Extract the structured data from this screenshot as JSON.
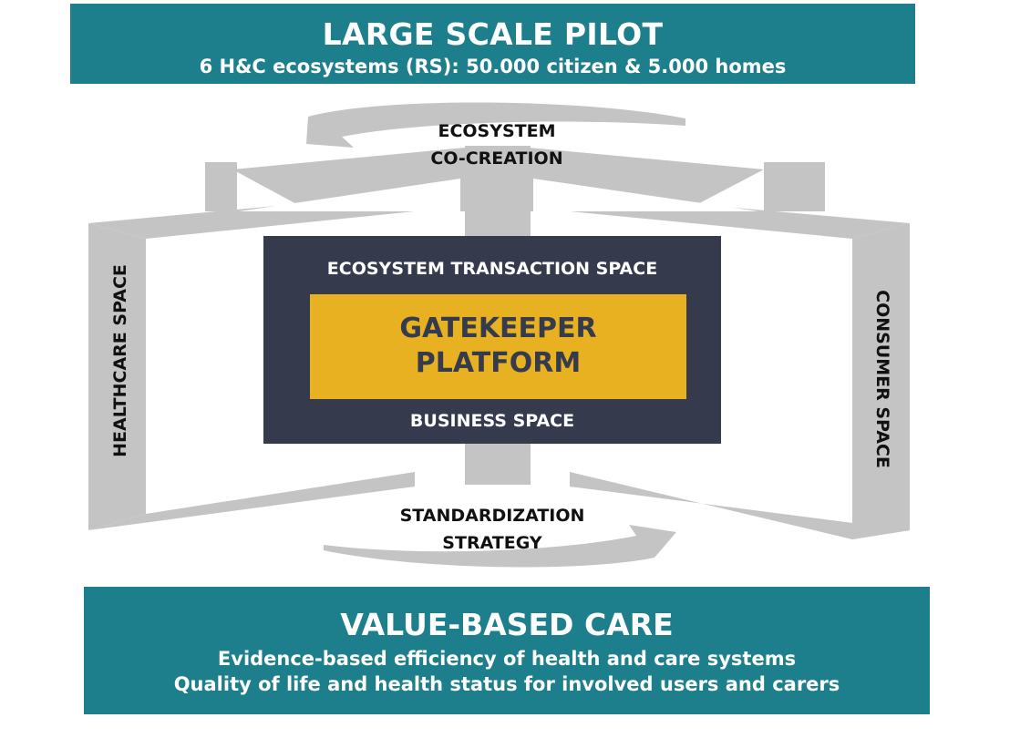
{
  "top_banner": {
    "title": "LARGE SCALE PILOT",
    "subtitle": "6 H&C ecosystems (RS): 50.000 citizen & 5.000 homes"
  },
  "top_arrow_label": {
    "line1": "ECOSYSTEM",
    "line2": "CO-CREATION"
  },
  "left_label": "HEALTHCARE SPACE",
  "right_label": "CONSUMER SPACE",
  "center": {
    "outer_top_label": "ECOSYSTEM TRANSACTION SPACE",
    "outer_bottom_label": "BUSINESS SPACE",
    "core_line1": "GATEKEEPER",
    "core_line2": "PLATFORM"
  },
  "bottom_arrow_label": {
    "line1": "STANDARDIZATION",
    "line2": "STRATEGY"
  },
  "bottom_banner": {
    "title": "VALUE-BASED CARE",
    "line1": "Evidence-based efficiency of health and care systems",
    "line2": "Quality of life and health status for involved users and carers"
  },
  "colors": {
    "teal": "#1e7f8c",
    "navy": "#353a4d",
    "gold": "#e8b122",
    "frame_gray": "#c4c4c4"
  }
}
